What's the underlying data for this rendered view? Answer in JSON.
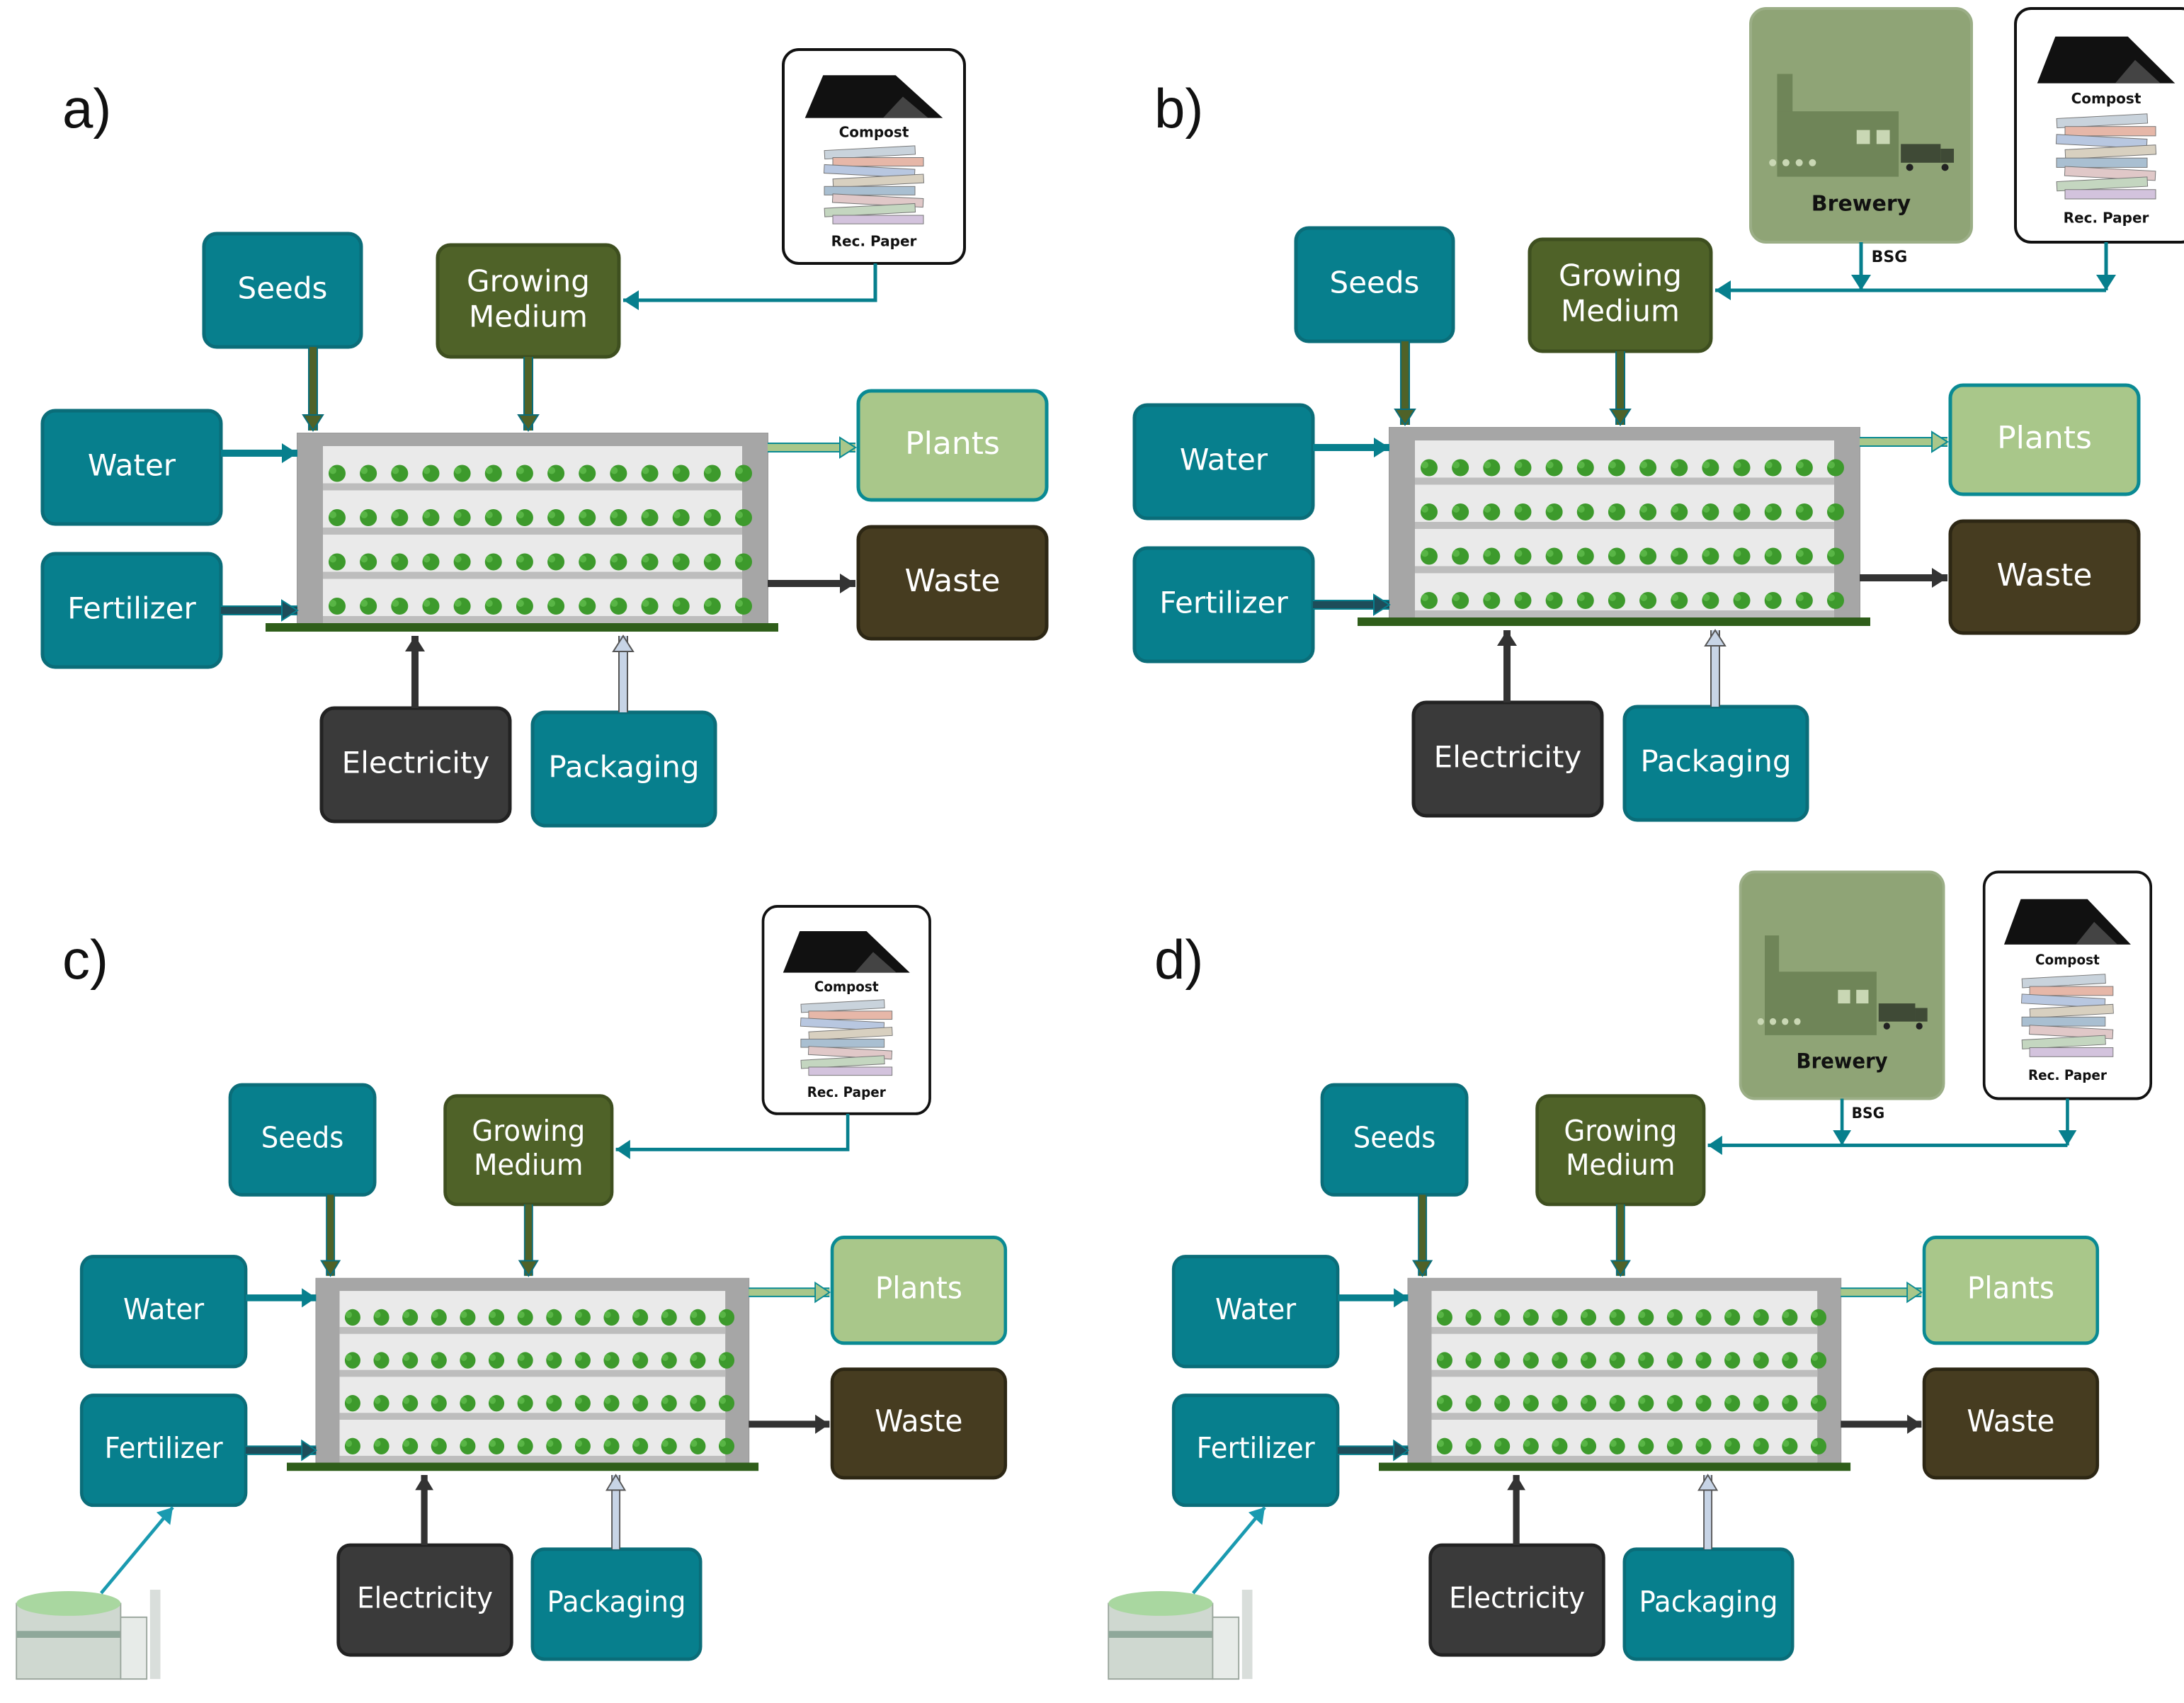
{
  "colors": {
    "teal": "#077f8d",
    "teal_border": "#0a6d79",
    "olive": "#4f6228",
    "light_green": "#a9c78a",
    "dark_brown": "#463c20",
    "dark_gray": "#3a3a3a",
    "brewery_green": "#8fa476",
    "rack_gray": "#a6a6a6",
    "plant_green": "#3d9a2c",
    "base_green": "#2f5e1a"
  },
  "panels": [
    {
      "id": "a",
      "label": "a)",
      "seeds": "Seeds",
      "growing_medium": [
        "Growing",
        "Medium"
      ],
      "water": "Water",
      "fertilizer": "Fertilizer",
      "plants": "Plants",
      "waste": "Waste",
      "electricity": "Electricity",
      "packaging": "Packaging",
      "compost": "Compost",
      "rec_paper": "Rec. Paper",
      "has_brewery": false,
      "has_biogas": false
    },
    {
      "id": "b",
      "label": "b)",
      "seeds": "Seeds",
      "growing_medium": [
        "Growing",
        "Medium"
      ],
      "water": "Water",
      "fertilizer": "Fertilizer",
      "plants": "Plants",
      "waste": "Waste",
      "electricity": "Electricity",
      "packaging": "Packaging",
      "compost": "Compost",
      "rec_paper": "Rec. Paper",
      "brewery": "Brewery",
      "bsg": "BSG",
      "has_brewery": true,
      "has_biogas": false
    },
    {
      "id": "c",
      "label": "c)",
      "seeds": "Seeds",
      "growing_medium": [
        "Growing",
        "Medium"
      ],
      "water": "Water",
      "fertilizer": "Fertilizer",
      "plants": "Plants",
      "waste": "Waste",
      "electricity": "Electricity",
      "packaging": "Packaging",
      "compost": "Compost",
      "rec_paper": "Rec. Paper",
      "has_brewery": false,
      "has_biogas": true
    },
    {
      "id": "d",
      "label": "d)",
      "seeds": "Seeds",
      "growing_medium": [
        "Growing",
        "Medium"
      ],
      "water": "Water",
      "fertilizer": "Fertilizer",
      "plants": "Plants",
      "waste": "Waste",
      "electricity": "Electricity",
      "packaging": "Packaging",
      "compost": "Compost",
      "rec_paper": "Rec. Paper",
      "brewery": "Brewery",
      "bsg": "BSG",
      "has_brewery": true,
      "has_biogas": true
    }
  ]
}
